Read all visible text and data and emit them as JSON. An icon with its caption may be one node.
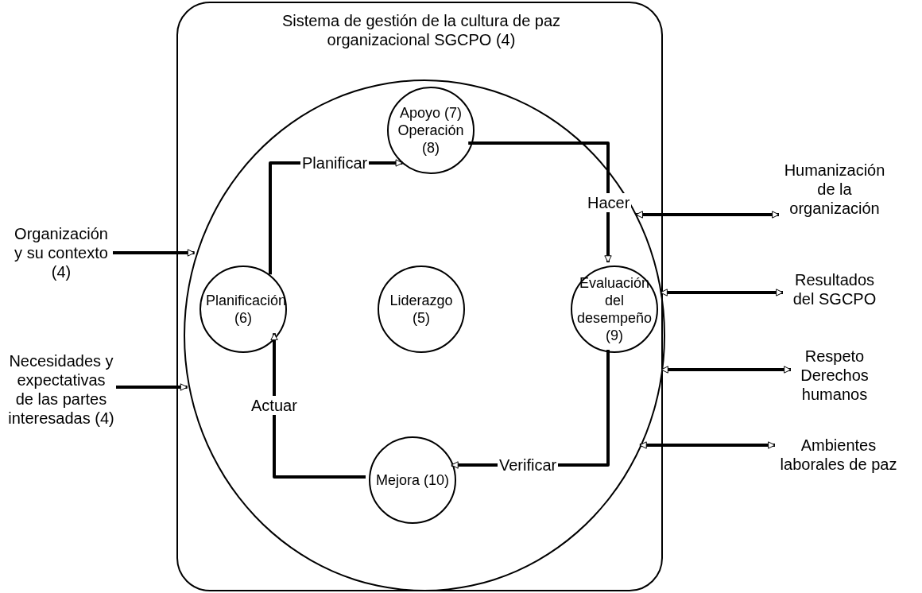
{
  "diagram": {
    "nodes": [
      {
        "text": [
          "Sistema de gestión de la cultura de paz organizacional SGCPO (4)"
        ]
      },
      {
        "text": [],
        "shape": "circle",
        "in": 0
      },
      {
        "text": [
          "Apoyo (7) Operación (8)"
        ],
        "in": 1
      },
      {
        "text": [
          "Planificación (6)"
        ],
        "in": 1
      },
      {
        "text": [
          "Liderazgo (5)"
        ],
        "in": 1
      },
      {
        "text": [
          "Evaluación del desempeño (9)"
        ],
        "in": 1
      },
      {
        "text": [
          "Mejora (10)"
        ],
        "in": 1
      },
      {
        "text": [
          "Organización y su contexto (4)"
        ]
      },
      {
        "text": [
          "Necesidades y expectativas de las partes interesadas (4)"
        ]
      },
      {
        "text": [
          "Humanización de la organización"
        ]
      },
      {
        "text": [
          "Resultados del SGCPO"
        ]
      },
      {
        "text": [
          "Respeto Derechos humanos"
        ]
      },
      {
        "text": [
          "Ambientes laborales de paz"
        ]
      }
    ],
    "edges": [
      {
        "from": 3,
        "to": 2,
        "arrow": "to",
        "label": "Planificar"
      },
      {
        "from": 2,
        "to": 5,
        "arrow": "to",
        "label": "Hacer"
      },
      {
        "from": 5,
        "to": 6,
        "arrow": "to",
        "label": "Verificar"
      },
      {
        "from": 6,
        "to": 3,
        "arrow": "to",
        "label": "Actuar"
      },
      {
        "from": 7,
        "to": 1,
        "arrow": "to"
      },
      {
        "from": 8,
        "to": 1,
        "arrow": "to"
      },
      {
        "from": 1,
        "to": 9,
        "arrow": "both"
      },
      {
        "from": 1,
        "to": 10,
        "arrow": "both"
      },
      {
        "from": 1,
        "to": 11,
        "arrow": "both"
      },
      {
        "from": 1,
        "to": 12,
        "arrow": "both"
      }
    ]
  }
}
